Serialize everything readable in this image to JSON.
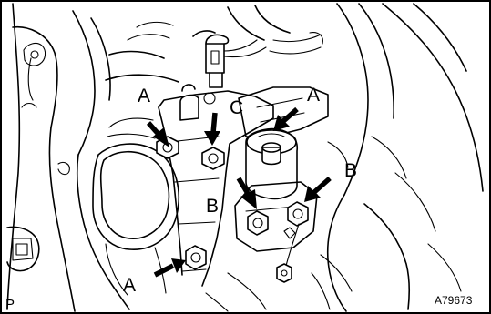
{
  "figure": {
    "callouts": {
      "a_top_left": "A",
      "c_center": "C",
      "a_top_right": "A",
      "b_right": "B",
      "b_left": "B",
      "a_bottom": "A"
    },
    "corner_label": "P",
    "figure_id": "A79673"
  }
}
